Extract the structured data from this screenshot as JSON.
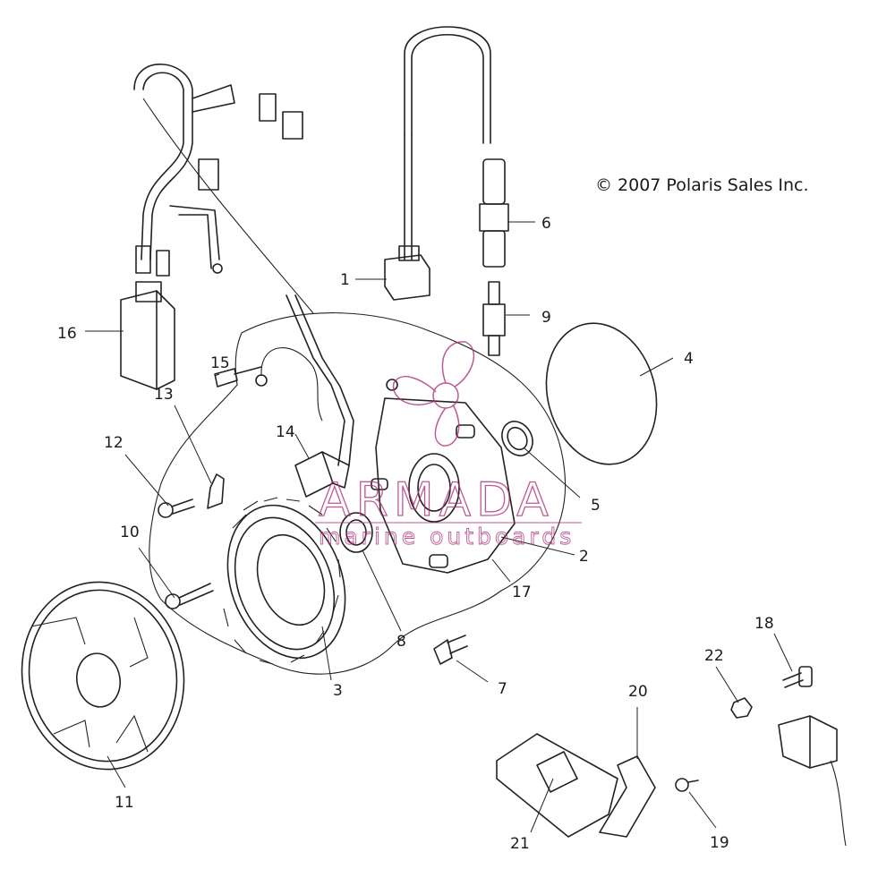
{
  "copyright": "© 2007 Polaris Sales Inc.",
  "watermark": {
    "brand": "ARMADA",
    "tagline": "marine outboards",
    "color": "#b0307a"
  },
  "callouts": [
    {
      "id": "1",
      "label": "1"
    },
    {
      "id": "2",
      "label": "2"
    },
    {
      "id": "3",
      "label": "3"
    },
    {
      "id": "4",
      "label": "4"
    },
    {
      "id": "5",
      "label": "5"
    },
    {
      "id": "6",
      "label": "6"
    },
    {
      "id": "7",
      "label": "7"
    },
    {
      "id": "8",
      "label": "8"
    },
    {
      "id": "9",
      "label": "9"
    },
    {
      "id": "10",
      "label": "10"
    },
    {
      "id": "11",
      "label": "11"
    },
    {
      "id": "12",
      "label": "12"
    },
    {
      "id": "13",
      "label": "13"
    },
    {
      "id": "14",
      "label": "14"
    },
    {
      "id": "15",
      "label": "15"
    },
    {
      "id": "16",
      "label": "16"
    },
    {
      "id": "17",
      "label": "17"
    },
    {
      "id": "18",
      "label": "18"
    },
    {
      "id": "19",
      "label": "19"
    },
    {
      "id": "20",
      "label": "20"
    },
    {
      "id": "21",
      "label": "21"
    },
    {
      "id": "22",
      "label": "22"
    }
  ]
}
